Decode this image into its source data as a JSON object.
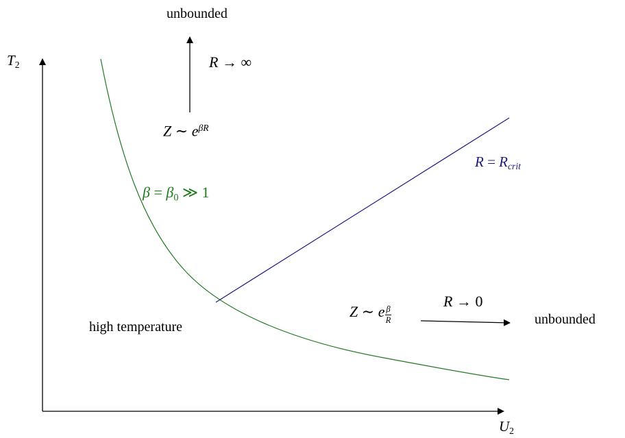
{
  "colors": {
    "axis": "#000000",
    "curve": "#1f7a1f",
    "critical_line": "#1a1a80",
    "text": "#000000"
  },
  "axes": {
    "y_label": {
      "base": "T",
      "sub": "2"
    },
    "x_label": {
      "base": "U",
      "sub": "2"
    }
  },
  "top": {
    "heading": "unbounded",
    "limit": {
      "lhs": "R",
      "arrow": "→",
      "rhs": "∞"
    },
    "partition": {
      "lhs": "Z",
      "sim": "∼",
      "base": "e",
      "exp": "βR"
    }
  },
  "curve_label": {
    "beta": "β",
    "eq": "=",
    "beta0": "β",
    "sub": "0",
    "gg": "≫",
    "one": "1"
  },
  "critical_label": {
    "lhs": "R",
    "eq": "=",
    "rhs": "R",
    "sub": "crit"
  },
  "region_label": "high temperature",
  "right": {
    "heading": "unbounded",
    "limit": {
      "lhs": "R",
      "arrow": "→",
      "rhs": "0"
    },
    "partition": {
      "lhs": "Z",
      "sim": "∼",
      "base": "e",
      "frac_num": "β",
      "frac_den": "R"
    }
  }
}
